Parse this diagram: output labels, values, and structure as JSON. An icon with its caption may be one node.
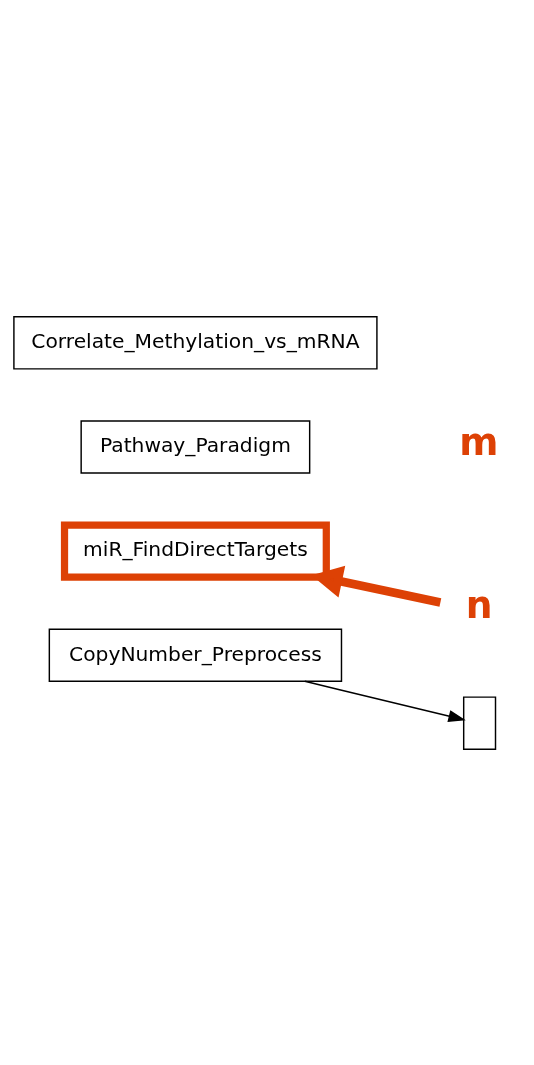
{
  "diagram": {
    "nodes": [
      {
        "text": [
          "Correlate_Methylation_vs_mRNA"
        ]
      },
      {
        "text": [
          "Pathway_Paradigm"
        ]
      },
      {
        "text": [
          "miR_FindDirectTargets"
        ]
      },
      {
        "text": [
          "CopyNumber_Preprocess"
        ]
      },
      {
        "text": [],
        "shape": "box"
      },
      {
        "text": [
          "n"
        ]
      }
    ],
    "edges": [
      {
        "from": 3,
        "to": 4,
        "arrow": "to"
      },
      {
        "from": 5,
        "to": 2,
        "arrow": "to",
        "style": "thick",
        "color": "#dd4105"
      }
    ],
    "labels": [
      "m"
    ]
  }
}
